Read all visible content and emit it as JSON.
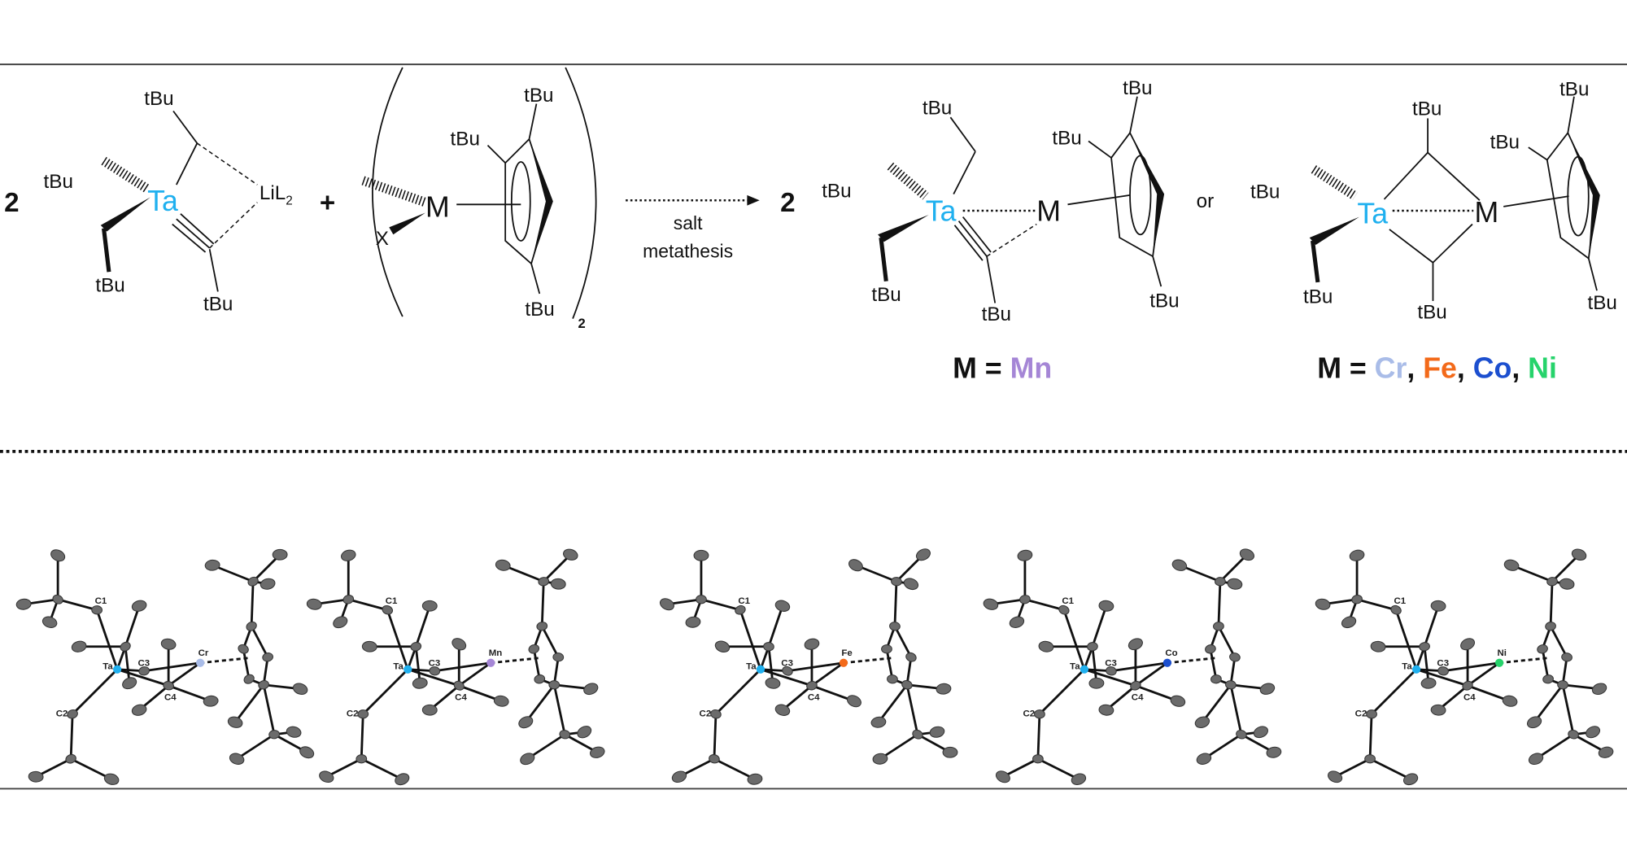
{
  "scheme": {
    "substituent": "tBu",
    "reactant1": {
      "coefficient": "2",
      "metal": "Ta",
      "lithium": "LiL",
      "lithium_sub": "2"
    },
    "plus": "+",
    "reactant2": {
      "metal": "M",
      "halide": "X",
      "multiplier": "2"
    },
    "arrow": {
      "label_line1": "salt",
      "label_line2": "metathesis"
    },
    "product_coefficient": "2",
    "or": "or",
    "product1": {
      "metal": "M",
      "center": "Ta"
    },
    "product2": {
      "metal": "M",
      "center": "Ta"
    },
    "legend_prefix": "M = ",
    "separator": ", ",
    "legend1": [
      {
        "symbol": "Mn",
        "color": "#a586d6"
      }
    ],
    "legend2": [
      {
        "symbol": "Cr",
        "color": "#a9bce8"
      },
      {
        "symbol": "Fe",
        "color": "#f36a1a"
      },
      {
        "symbol": "Co",
        "color": "#1c4fcf"
      },
      {
        "symbol": "Ni",
        "color": "#26d36b"
      }
    ]
  },
  "colors": {
    "Ta": "#1fb0ef",
    "ellipsoid": "#6b6b6b"
  },
  "structures": [
    {
      "metal": "Cr",
      "color": "#a9bce8",
      "labels": {
        "ta": "Ta",
        "c1": "C1",
        "c2": "C2",
        "c3": "C3",
        "c4": "C4"
      }
    },
    {
      "metal": "Mn",
      "color": "#a586d6",
      "labels": {
        "ta": "Ta",
        "c1": "C1",
        "c2": "C2",
        "c3": "C3",
        "c4": "C4"
      }
    },
    {
      "metal": "Fe",
      "color": "#f36a1a",
      "labels": {
        "ta": "Ta",
        "c1": "C1",
        "c2": "C2",
        "c3": "C3",
        "c4": "C4"
      }
    },
    {
      "metal": "Co",
      "color": "#1c4fcf",
      "labels": {
        "ta": "Ta",
        "c1": "C1",
        "c2": "C2",
        "c3": "C3",
        "c4": "C4"
      }
    },
    {
      "metal": "Ni",
      "color": "#26d36b",
      "labels": {
        "ta": "Ta",
        "c1": "C1",
        "c2": "C2",
        "c3": "C3",
        "c4": "C4"
      }
    }
  ]
}
